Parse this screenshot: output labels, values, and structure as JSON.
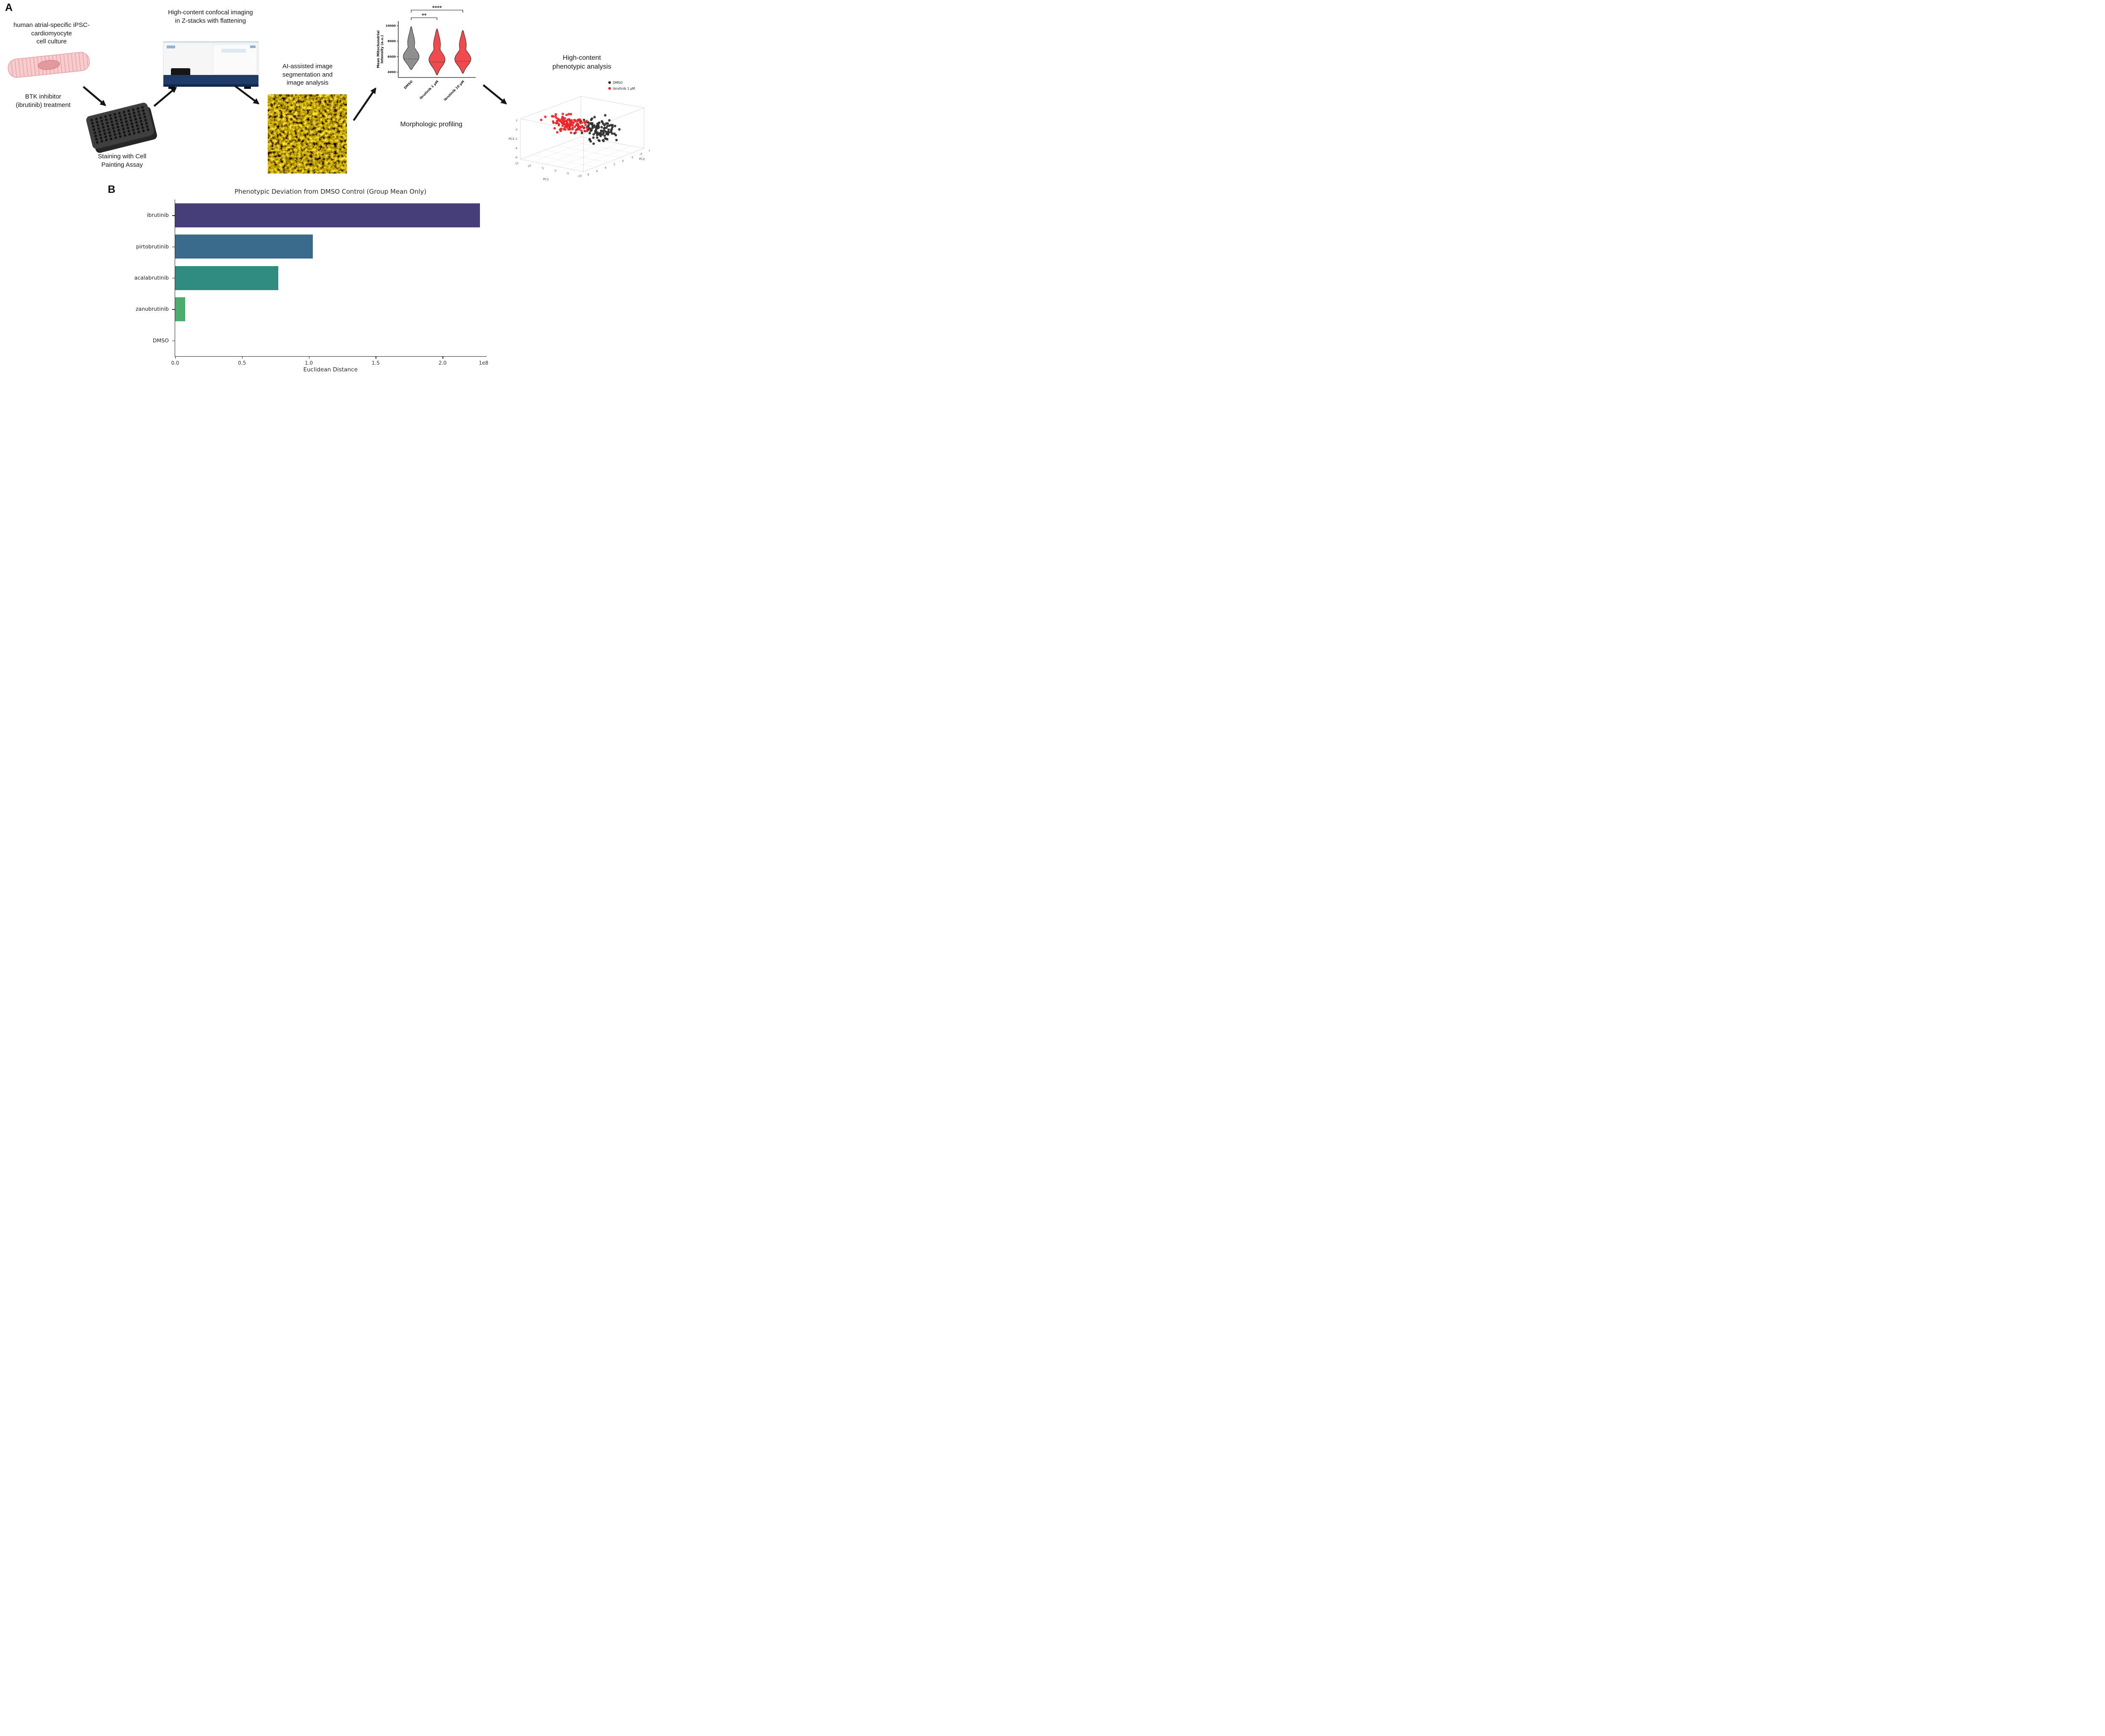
{
  "figure": {
    "panel_a_label": "A",
    "panel_b_label": "B",
    "steps": {
      "cell_culture": "human atrial-specific iPSC-\ncardiomyocyte\ncell culture",
      "btk_treatment": "BTK inhibitor\n(ibrutinib) treatment",
      "staining": "Staining with Cell\nPainting Assay",
      "confocal_imaging": "High-content confocal imaging\nin Z-stacks with flattening",
      "ai_segmentation": "AI-assisted image\nsegmentation and\nimage analysis",
      "morphologic_profiling": "Morphologic profiling",
      "phenotypic_analysis": "High-content\nphenotypic analysis"
    }
  },
  "chart_data": [
    {
      "type": "violin",
      "name": "mitochondrial-intensity-violin",
      "ylabel_line1": "Mean Mitochondrial",
      "ylabel_line2": "Intensity (a.u.)",
      "yticks": [
        4000,
        6000,
        8000,
        10000
      ],
      "ylim": [
        3300,
        10600
      ],
      "categories": [
        "DMSO",
        "ibrutinib 1 µM",
        "ibrutinib 10 µM"
      ],
      "violins": [
        {
          "color": "#8f8f8f",
          "min": 4300,
          "max": 9900,
          "median": 5700
        },
        {
          "color": "#ef4b4e",
          "min": 3600,
          "max": 9600,
          "median": 5300
        },
        {
          "color": "#ef4b4e",
          "min": 3800,
          "max": 9400,
          "median": 5400
        }
      ],
      "significance": [
        {
          "i": 0,
          "j": 1,
          "label": "**",
          "y": 30
        },
        {
          "i": 0,
          "j": 2,
          "label": "****",
          "y": 12
        }
      ]
    },
    {
      "type": "scatter3d",
      "name": "pca-phenotype-scatter",
      "axis_labels": {
        "x": "PC1",
        "y": "PC2",
        "z": "PC3"
      },
      "ticks": {
        "pc1": [
          15,
          10,
          5,
          0,
          -5,
          -10
        ],
        "pc2": [
          8,
          6,
          4,
          2,
          0,
          -2,
          -4,
          -6
        ],
        "pc3": [
          2,
          0,
          -2,
          -4,
          -6
        ]
      },
      "legend": [
        {
          "label": "DMSO",
          "color": "#2e2e2e"
        },
        {
          "label": "ibrutinib 1 µM",
          "color": "#e8262a"
        }
      ],
      "groups": [
        {
          "label": "DMSO",
          "color": "#2e2e2e",
          "n": 115,
          "cx": 222,
          "cy": 130,
          "sx": 50,
          "sy": 27,
          "seed": 11
        },
        {
          "label": "ibrutinib 1 µM",
          "color": "#e8262a",
          "n": 120,
          "cx": 150,
          "cy": 112,
          "sx": 46,
          "sy": 20,
          "seed": 7
        }
      ]
    },
    {
      "type": "bar",
      "orientation": "horizontal",
      "title": "Phenotypic Deviation from DMSO Control (Group Mean Only)",
      "xlabel": "Euclidean Distance",
      "categories": [
        "ibrutinib",
        "pirtobrutinib",
        "acalabrutinib",
        "zanubrutinib",
        "DMSO"
      ],
      "values": [
        228000000,
        103000000,
        77000000,
        7500000,
        0
      ],
      "bar_colors": [
        "#463f77",
        "#3a6a8c",
        "#2e8b80",
        "#4caa6e",
        "#9a9a9a"
      ],
      "xticks": [
        0,
        50000000,
        100000000,
        150000000,
        200000000
      ],
      "xtick_labels": [
        "0.0",
        "0.5",
        "1.0",
        "1.5",
        "2.0"
      ],
      "offset_text": "1e8",
      "xlim": [
        0,
        233000000
      ]
    }
  ]
}
